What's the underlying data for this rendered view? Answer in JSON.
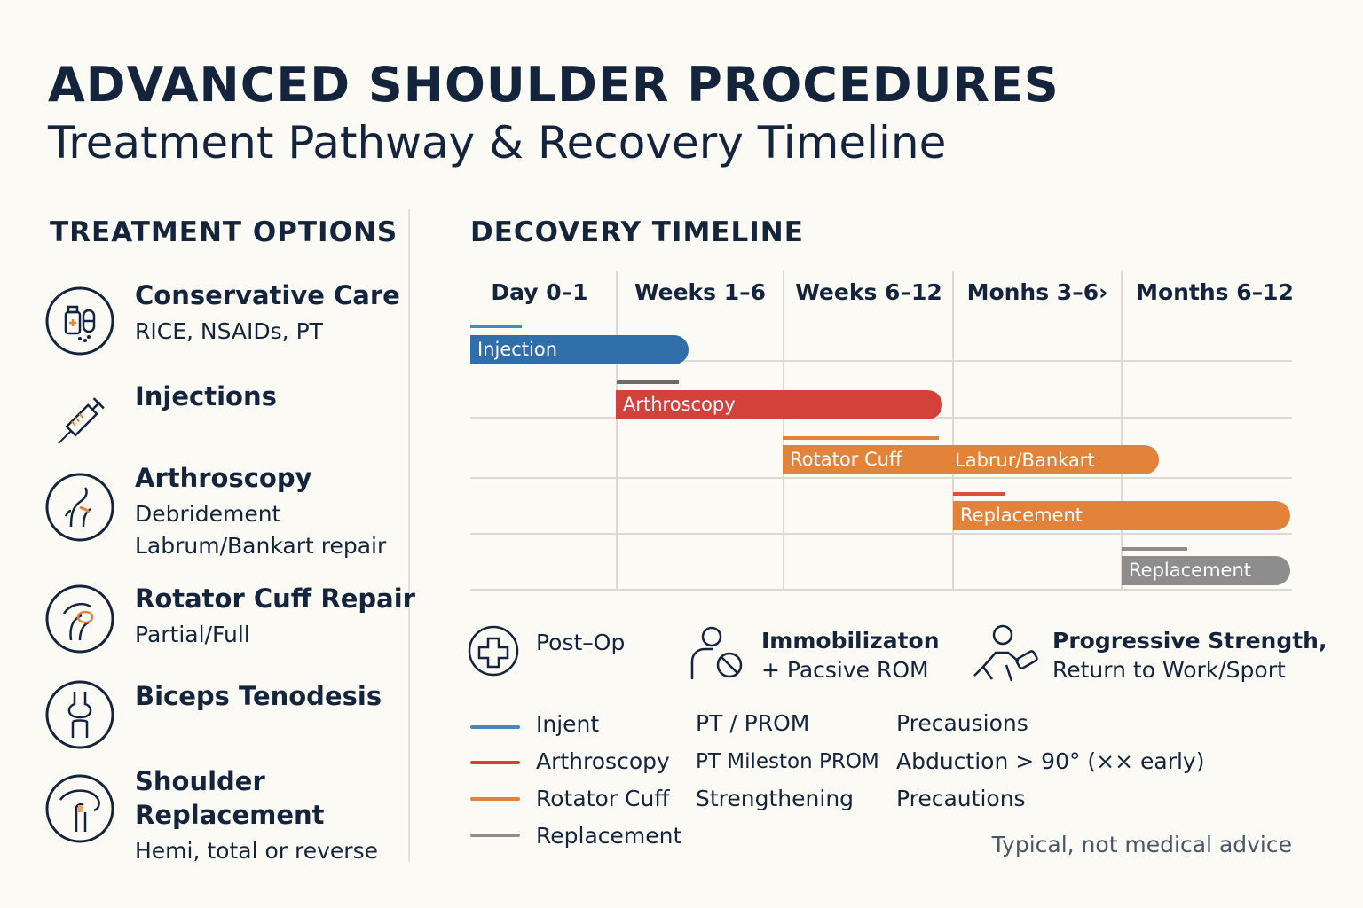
{
  "title": {
    "main": "ADVANCED SHOULDER PROCEDURES",
    "sub": "Treatment Pathway & Recovery Timeline"
  },
  "treatment": {
    "heading": "TREATMENT OPTIONS",
    "items": [
      {
        "name": "Conservative Care",
        "desc": [
          "RICE, NSAIDs, PT"
        ],
        "icon": "medication-icon"
      },
      {
        "name": "Injections",
        "desc": [],
        "icon": "syringe-icon"
      },
      {
        "name": "Arthroscopy",
        "desc": [
          "Debridement",
          "Labrum/Bankart repair"
        ],
        "icon": "arthroscopy-joint-icon"
      },
      {
        "name": "Rotator Cuff Repair",
        "desc": [
          "Partial/Full"
        ],
        "icon": "rotator-cuff-icon"
      },
      {
        "name": "Biceps Tenodesis",
        "desc": [],
        "icon": "knee-joint-icon"
      },
      {
        "name": "Shoulder Replacement",
        "name2": "Replacement",
        "desc": [
          "Hemi, total or  reverse"
        ],
        "icon": "shoulder-joint-icon"
      }
    ]
  },
  "timeline": {
    "heading": "DECOVERY TIMELINE",
    "columns": [
      "Day 0–1",
      "Weeks 1–6",
      "Weeks 6–12",
      "Monhs 3–6›",
      "Months 6–12"
    ],
    "bars": [
      {
        "label": "Injection",
        "color": "#2f6ea8"
      },
      {
        "label": "Arthroscopy",
        "color": "#d2423a"
      },
      {
        "label": "Rotator Cuff",
        "label2": "Labrur/Bankart",
        "color": "#e3833a"
      },
      {
        "label": "Replacement",
        "color": "#e3833a"
      },
      {
        "label": "Replacement",
        "color": "#8d8d8d"
      }
    ],
    "ticks_colors": [
      "#4a86c2",
      "#6b6b6b",
      "#e3833a",
      "#d9542f",
      "#8d8d8d"
    ]
  },
  "phases": [
    {
      "title": "Post–Op",
      "subtitle": "",
      "icon": "medical-cross-icon"
    },
    {
      "title": "Immobilizaton",
      "subtitle": "+ Pacsive ROM",
      "icon": "person-immobilization-icon"
    },
    {
      "title": "Progressive Strength,",
      "subtitle": "Return to Work/Sport",
      "icon": "person-exercise-icon"
    }
  ],
  "legend": {
    "rows": [
      {
        "label": "Injent",
        "color": "#4a86c2",
        "col2": "PT / PROM",
        "col3": "Precausions"
      },
      {
        "label": "Arthroscopy",
        "color": "#d2423a",
        "col2": "PT Mileston PROM",
        "col3": "Abduction > 90° (×× early)"
      },
      {
        "label": "Rotator Cuff",
        "color": "#e3833a",
        "col2": "Strengthening",
        "col3": "Precautions"
      },
      {
        "label": "Replacement",
        "color": "#8d8d8d",
        "col2": "",
        "col3": ""
      }
    ]
  },
  "note": "Typical, not medical advice"
}
